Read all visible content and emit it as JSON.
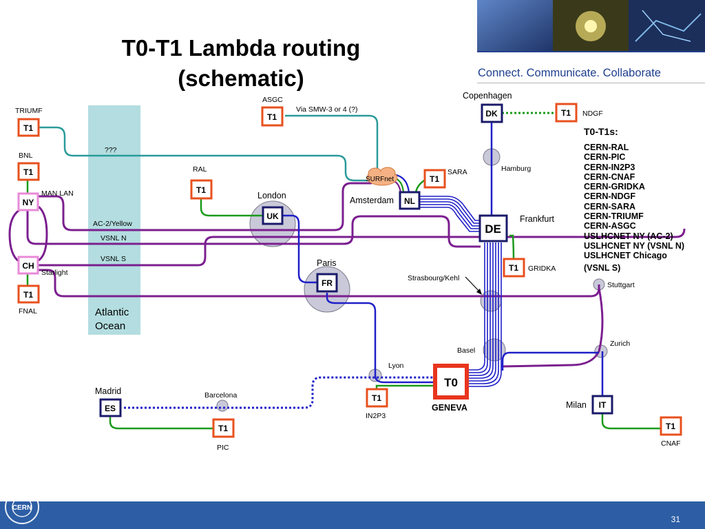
{
  "title_line1": "T0-T1  Lambda routing",
  "title_line2": "(schematic)",
  "tagline": "Connect. Communicate. Collaborate",
  "slide_number": "31",
  "colors": {
    "t1_box": "#e8501e",
    "t0_box": "#e8351e",
    "node_box": "#1a1a6a",
    "nodes": "#1a1a6a",
    "transatlantic": "#7b1f8f",
    "national": "#1f1fc8",
    "access": "#1a9a1a",
    "teal": "#2a9a9a",
    "ocean": "#b3dde0",
    "footer": "#2d5ea5"
  },
  "t1s_title": "T0-T1s:",
  "t1s": [
    "CERN-RAL",
    "CERN-PIC",
    "CERN-IN2P3",
    "CERN-CNAF",
    "CERN-GRIDKA",
    "CERN-NDGF",
    "CERN-SARA",
    "CERN-TRIUMF",
    "CERN-ASGC",
    "USLHCNET NY (AC-2)",
    "USLHCNET NY (VSNL N)",
    "USLHCNET Chicago",
    "(VSNL S)"
  ],
  "ocean_label_1": "Atlantic",
  "ocean_label_2": "Ocean",
  "link_labels": {
    "unknown": "???",
    "ac2": "AC-2/Yellow",
    "vsnl_n": "VSNL N",
    "vsnl_s": "VSNL S",
    "man_lan": "MAN LAN",
    "starlight": "Starlight",
    "via_smw": "Via SMW-3 or 4 (?)",
    "strasbourg": "Strasbourg/Kehl"
  },
  "nodes": {
    "ny": "NY",
    "ch": "CH",
    "uk": "UK",
    "nl": "NL",
    "dk": "DK",
    "de": "DE",
    "fr": "FR",
    "es": "ES",
    "it": "IT",
    "t0": "T0",
    "t1": "T1",
    "surfnet": "SURFnet"
  },
  "places": {
    "triumf": "TRIUMF",
    "bnl": "BNL",
    "fnal": "FNAL",
    "asgc": "ASGC",
    "ral": "RAL",
    "london": "London",
    "amsterdam": "Amsterdam",
    "sara": "SARA",
    "copenhagen": "Copenhagen",
    "ndgf": "NDGF",
    "hamburg": "Hamburg",
    "frankfurt": "Frankfurt",
    "gridka": "GRIDKA",
    "paris": "Paris",
    "stuttgart": "Stuttgart",
    "zurich": "Zurich",
    "basel": "Basel",
    "lyon": "Lyon",
    "in2p3": "IN2P3",
    "geneva": "GENEVA",
    "madrid": "Madrid",
    "barcelona": "Barcelona",
    "pic": "PIC",
    "milan": "Milan",
    "cnaf": "CNAF"
  }
}
